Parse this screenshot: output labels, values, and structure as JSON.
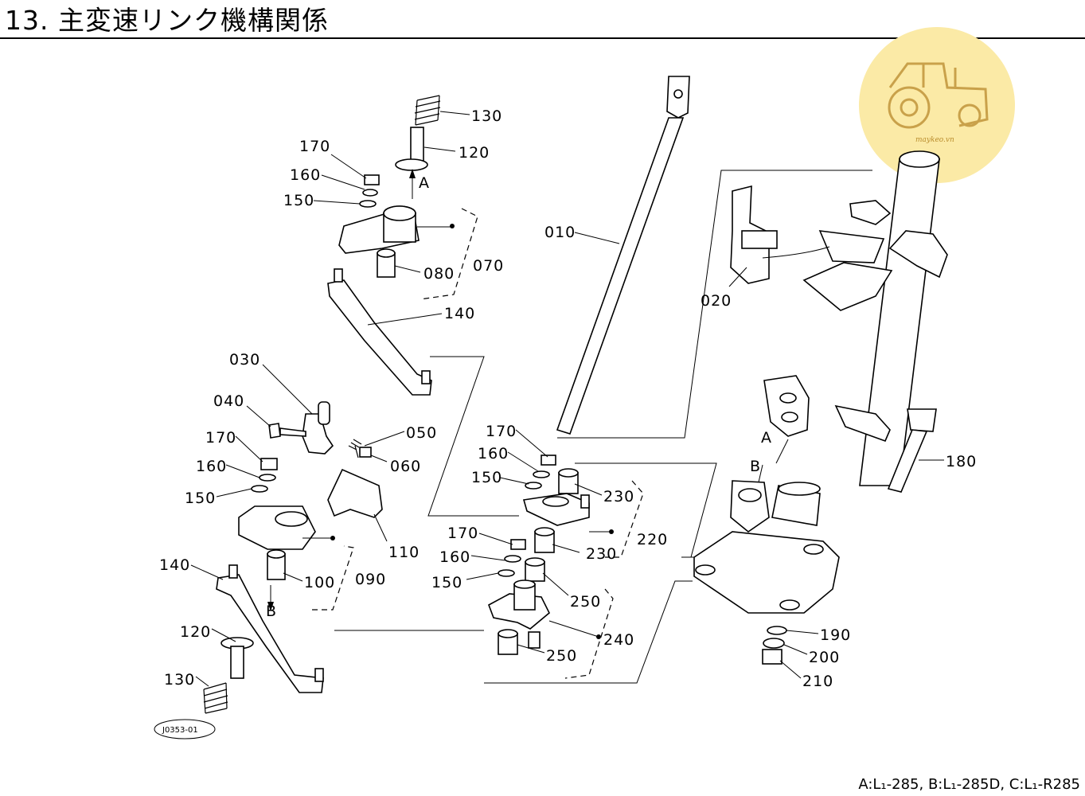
{
  "header": {
    "title": "13. 主変速リンク機構関係"
  },
  "footnote": "A:L₁-285, B:L₁-285D, C:L₁-R285",
  "reference_code": "J0353-01",
  "watermark": "maykeo.vn",
  "callouts": {
    "p010": "010",
    "p020": "020",
    "p030": "030",
    "p040": "040",
    "p050": "050",
    "p060": "060",
    "p070": "070",
    "p080": "080",
    "p090": "090",
    "p100": "100",
    "p110": "110",
    "p120a": "120",
    "p120b": "120",
    "p130a": "130",
    "p130b": "130",
    "p140a": "140",
    "p140b": "140",
    "p150a": "150",
    "p150b": "150",
    "p150c": "150",
    "p150d": "150",
    "p160a": "160",
    "p160b": "160",
    "p160c": "160",
    "p160d": "160",
    "p170a": "170",
    "p170b": "170",
    "p170c": "170",
    "p170d": "170",
    "p180": "180",
    "p190": "190",
    "p200": "200",
    "p210": "210",
    "p220": "220",
    "p230a": "230",
    "p230b": "230",
    "p240": "240",
    "p250a": "250",
    "p250b": "250",
    "markA1": "A",
    "markA2": "A",
    "markB1": "B",
    "markB2": "B"
  },
  "colors": {
    "watermark_bg": "#fbeaa6",
    "watermark_line": "#c9a14a",
    "ink": "#000000"
  }
}
